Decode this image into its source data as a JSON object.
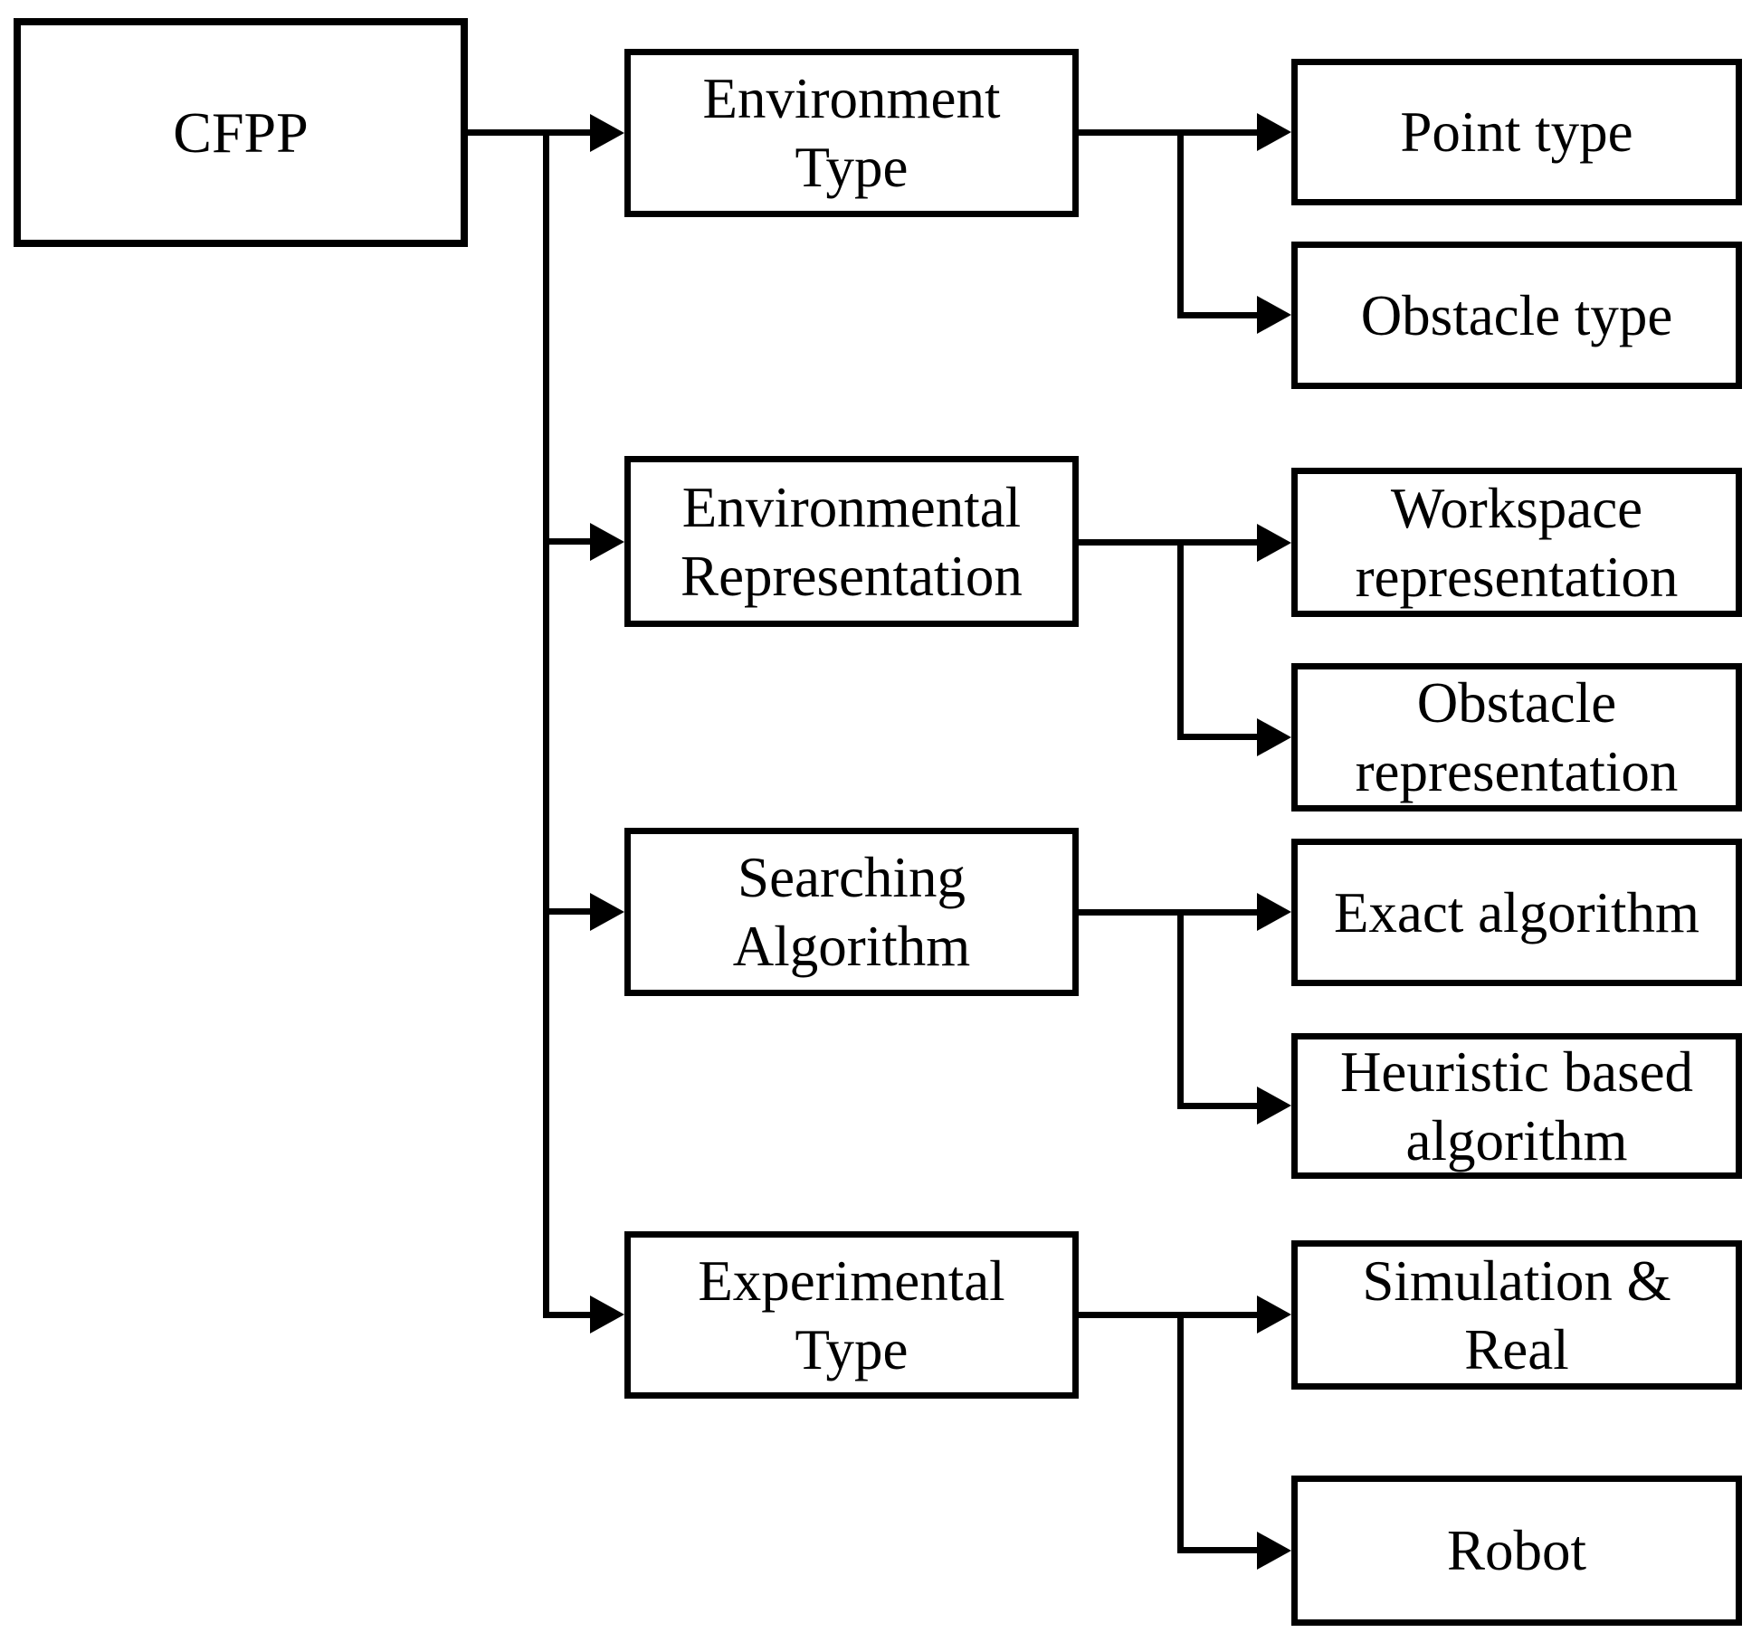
{
  "colors": {
    "background": "#ffffff",
    "stroke": "#000000",
    "text": "#000000"
  },
  "diagram": {
    "root": {
      "label": "CFPP"
    },
    "branches": [
      {
        "label": "Environment\nType",
        "children": [
          {
            "label": "Point type"
          },
          {
            "label": "Obstacle type"
          }
        ]
      },
      {
        "label": "Environmental\nRepresentation",
        "children": [
          {
            "label": "Workspace\nrepresentation"
          },
          {
            "label": "Obstacle\nrepresentation"
          }
        ]
      },
      {
        "label": "Searching\nAlgorithm",
        "children": [
          {
            "label": "Exact algorithm"
          },
          {
            "label": "Heuristic based\nalgorithm"
          }
        ]
      },
      {
        "label": "Experimental\nType",
        "children": [
          {
            "label": "Simulation &\nReal"
          },
          {
            "label": "Robot"
          }
        ]
      }
    ]
  }
}
